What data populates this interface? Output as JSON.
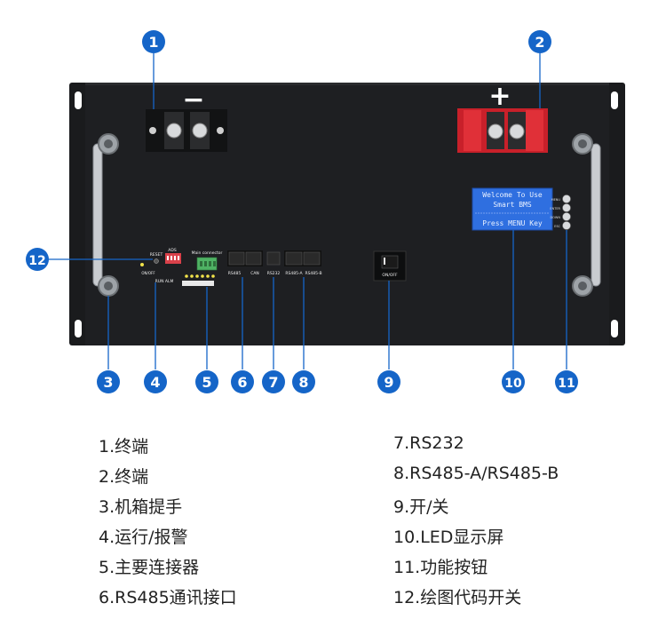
{
  "panel": {
    "minus_symbol": "−",
    "plus_symbol": "+",
    "lcd_line1": "Welcome To Use",
    "lcd_line2": "Smart BMS",
    "lcd_line3": "Press MENU Key",
    "reset_label": "RESET",
    "on_off_label": "ON/OFF",
    "adds_label": "ADS",
    "run_alm_label": "RUN ALM",
    "main_connector_label": "Main connector",
    "port_labels": [
      "RS485",
      "CAN",
      "RS232",
      "RS485-A",
      "RS485-B"
    ],
    "switch_label": "ON/OFF",
    "button_labels": [
      "MENU",
      "ENTER",
      "DOWN",
      "ESC"
    ]
  },
  "callouts": [
    "1",
    "2",
    "3",
    "4",
    "5",
    "6",
    "7",
    "8",
    "9",
    "10",
    "11",
    "12"
  ],
  "legend_left": [
    "1.终端",
    "2.终端",
    "3.机箱提手",
    "4.运行/报警",
    "5.主要连接器",
    "6.RS485通讯接口"
  ],
  "legend_right": [
    "7.RS232",
    "8.RS485-A/RS485-B",
    "9.开/关",
    "10.LED显示屏",
    "11.功能按钮",
    "12.绘图代码开关"
  ],
  "colors": {
    "callout": "#1565c8",
    "panel": "#1e1f22",
    "lcd": "#2f6fe0",
    "terminal_pos": "#c8202a"
  }
}
